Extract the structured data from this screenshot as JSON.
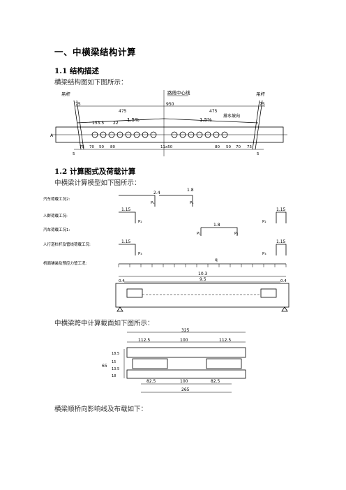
{
  "heading1": "一、中横梁结构计算",
  "section_1_1": {
    "title": "1.1 结构描述",
    "intro": "横梁结构图如下图所示："
  },
  "section_1_2": {
    "title": "1.2 计算图式及荷载计算",
    "intro": "中横梁计算模型如下图所示："
  },
  "para_section": "中横梁跨中计算截面如下图所示：",
  "para_influence": "横梁顺桥向影响线及布载如下：",
  "fig1": {
    "label_left_hanger": "吊杆",
    "label_center": "路线中心线",
    "label_right_hanger": "吊杆",
    "label_drain": "排水坡向",
    "label_axis": "A",
    "dims_top": [
      "75",
      "475",
      "950",
      "475",
      "75"
    ],
    "dims_inner": [
      "153.5",
      "22"
    ],
    "slope_left": "1.5%",
    "slope_right": "1.5%",
    "dims_bottom": [
      "5",
      "75",
      "70",
      "50",
      "80",
      "11x50",
      "80",
      "50",
      "70",
      "75",
      "5"
    ]
  },
  "fig2": {
    "rows": [
      "汽车荷载工况2:",
      "人群荷载工况:",
      "汽车荷载工况1:",
      "人行道栏杆及管线荷载工况:",
      "桥面铺装及预应力管工况:"
    ],
    "dim_2_4": "2.4",
    "dim_1_8a": "1.8",
    "dim_1_8b": "1.8",
    "dim_1_15": [
      "1.15",
      "1.15",
      "1.15",
      "1.15"
    ],
    "p1": "P₁",
    "p2": "P₂",
    "p3": "P₃",
    "q": "q",
    "span": "10.3",
    "inner_span": "9.5",
    "cant": [
      "0.4",
      "0.4"
    ]
  },
  "fig3": {
    "top_total": "325",
    "top_parts": [
      "112.5",
      "100",
      "112.5"
    ],
    "left_height": "65",
    "left_parts": [
      "18.5",
      "15",
      "13.5",
      "18"
    ],
    "bottom_parts": [
      "82.5",
      "100",
      "82.5"
    ],
    "bottom_total": "265"
  }
}
